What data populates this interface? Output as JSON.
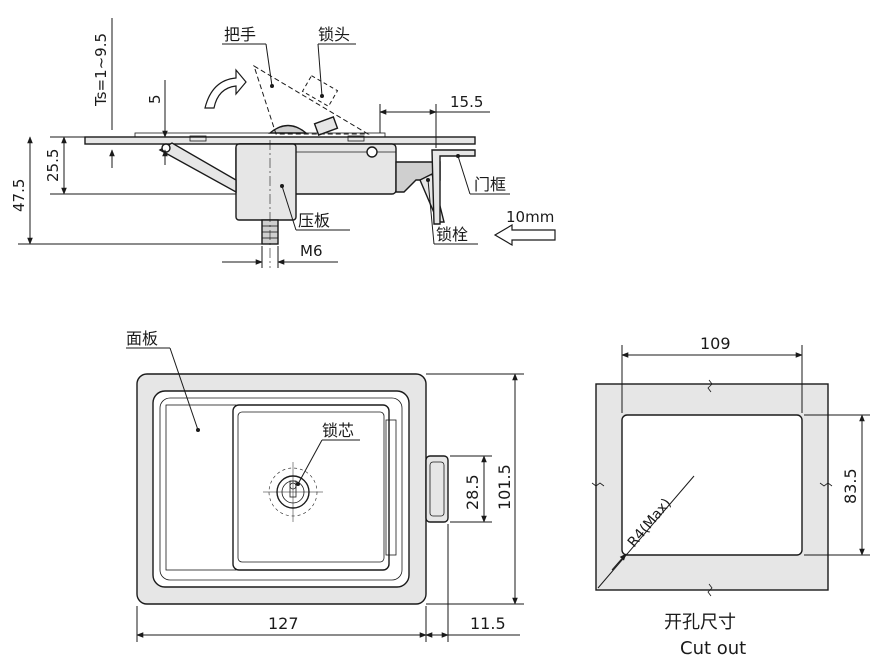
{
  "labels": {
    "handle": "把手",
    "lock_head": "锁头",
    "door_frame": "门框",
    "bolt": "锁栓",
    "pressure_plate": "压板",
    "panel": "面板",
    "lock_core": "锁芯",
    "cutout_cn": "开孔尺寸",
    "cutout_en": "Cut out",
    "thread": "M6",
    "stroke": "10mm",
    "radius": "R4(Max)"
  },
  "dimensions": {
    "ts": "Ts=1~9.5",
    "d5": "5",
    "d15_5": "15.5",
    "d25_5": "25.5",
    "d47_5": "47.5",
    "d127": "127",
    "d11_5": "11.5",
    "d101_5": "101.5",
    "d28_5": "28.5",
    "d109": "109",
    "d83_5": "83.5"
  },
  "colors": {
    "line": "#1a1a1a",
    "fill_light": "#e6e6e6",
    "fill_mid": "#cfcfcf",
    "fill_white": "#ffffff"
  }
}
